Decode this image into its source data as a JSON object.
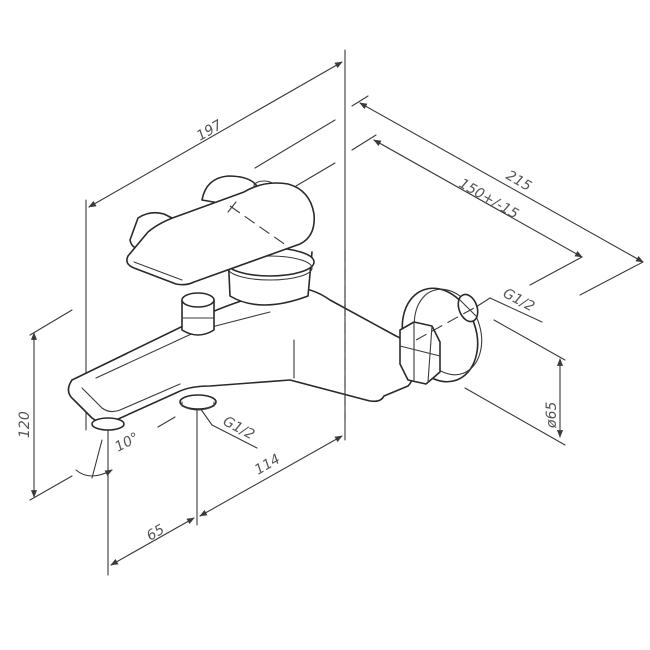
{
  "drawing": {
    "subject": "Wall-mounted bath mixer faucet, technical dimension drawing",
    "line_color": "#3a3a3a",
    "text_color": "#555555",
    "background": "#ffffff"
  },
  "dimensions": {
    "overall_length": "197",
    "wall_projection": "215",
    "center_distance": "150+/-15",
    "inlet_thread_wall": "G1/2",
    "escutcheon_diameter": "ø65",
    "height": "120",
    "spout_angle": "10°",
    "outlet_thread_bottom": "G1/2",
    "spout_offset_a": "65",
    "spout_offset_b": "114"
  }
}
